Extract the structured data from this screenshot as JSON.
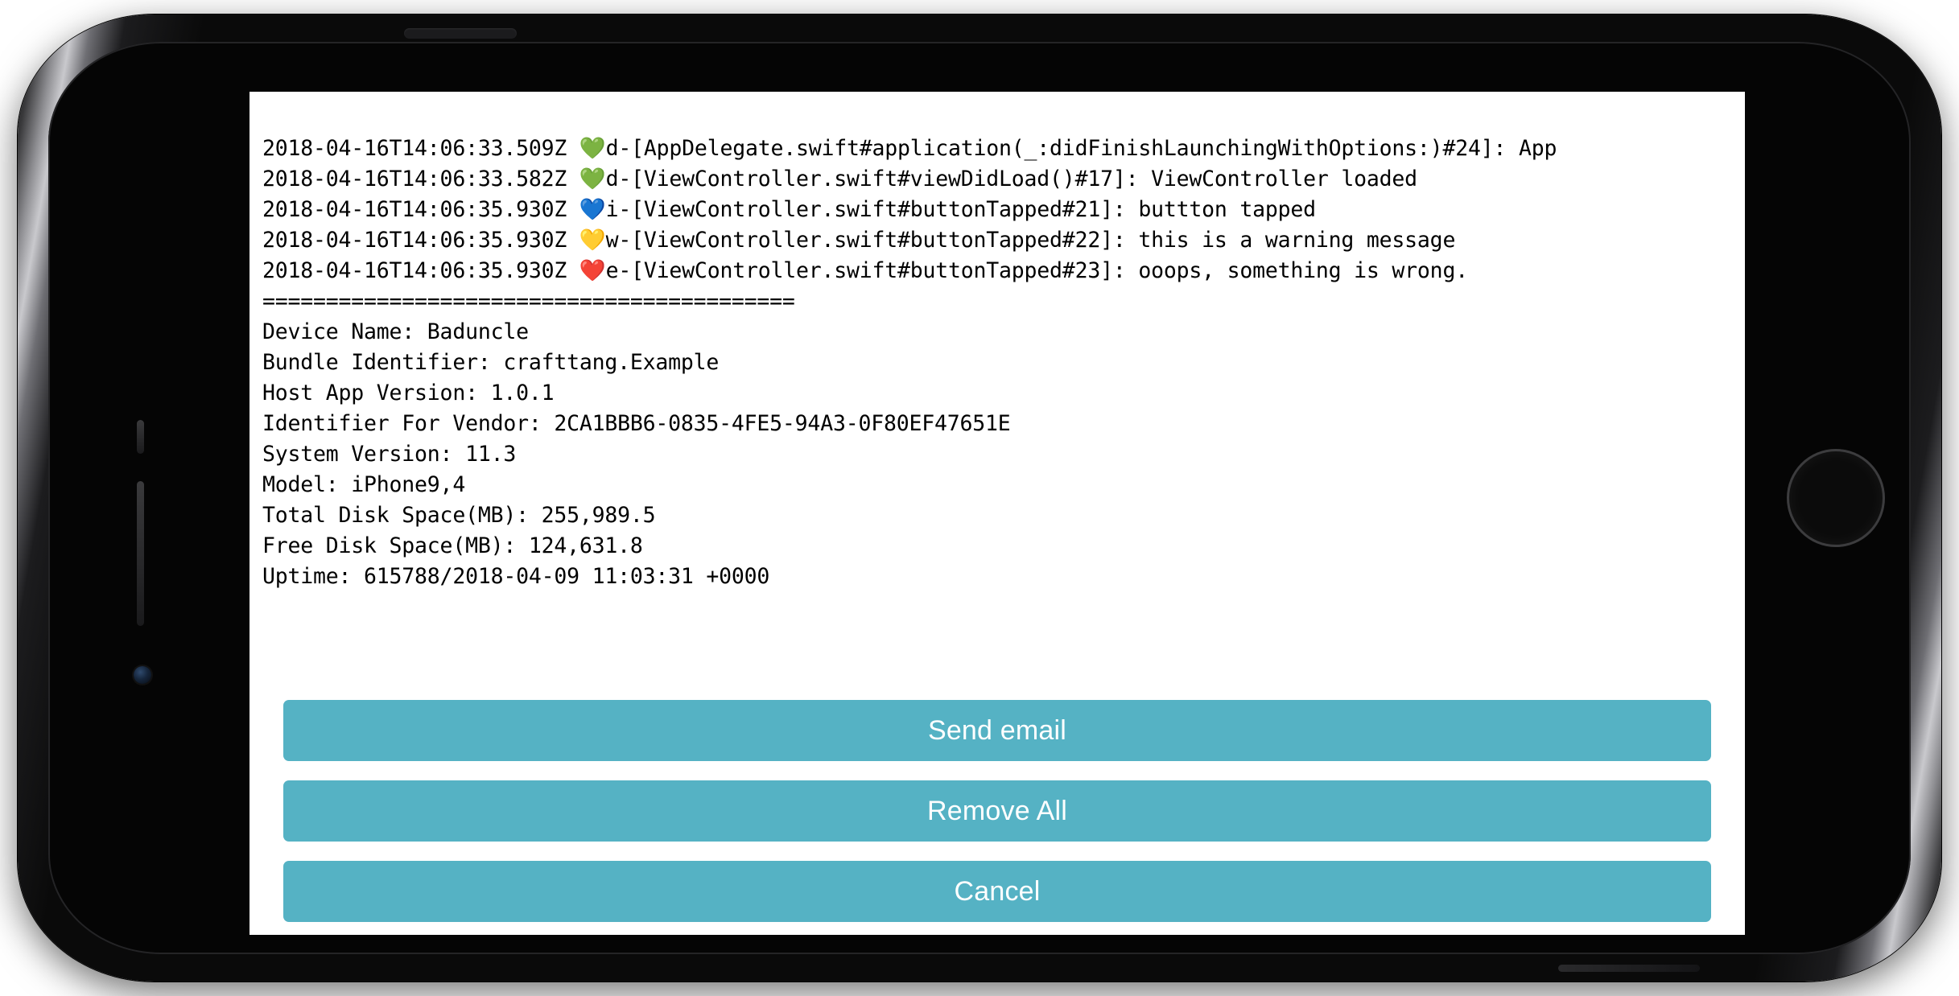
{
  "device": {
    "kind": "iphone",
    "orientation": "landscape",
    "body_color": "#0a0a0a",
    "screen_background": "#ffffff"
  },
  "theme": {
    "button_fill": "#55b2c4",
    "button_text": "#ffffff",
    "log_text": "#000000",
    "level_debug_color": "#6fd16f",
    "level_info_color": "#3b7cf0",
    "level_warning_color": "#f2d44d",
    "level_error_color": "#e33b32"
  },
  "console": {
    "log_lines": [
      {
        "timestamp": "2018-04-16T14:06:33.509Z",
        "level_icon": "green-heart-icon",
        "level_glyph": "💚",
        "level_code": "d",
        "location": "[AppDelegate.swift#application(_:didFinishLaunchingWithOptions:)#24]",
        "message": "App",
        "full": "2018-04-16T14:06:33.509Z 💚d-[AppDelegate.swift#application(_:didFinishLaunchingWithOptions:)#24]: App",
        "truncated": true
      },
      {
        "timestamp": "2018-04-16T14:06:33.582Z",
        "level_icon": "green-heart-icon",
        "level_glyph": "💚",
        "level_code": "d",
        "location": "[ViewController.swift#viewDidLoad()#17]",
        "message": "ViewController loaded",
        "full": "2018-04-16T14:06:33.582Z 💚d-[ViewController.swift#viewDidLoad()#17]: ViewController loaded",
        "truncated": false
      },
      {
        "timestamp": "2018-04-16T14:06:35.930Z",
        "level_icon": "blue-heart-icon",
        "level_glyph": "💙",
        "level_code": "i",
        "location": "[ViewController.swift#buttonTapped#21]",
        "message": "buttton tapped",
        "full": "2018-04-16T14:06:35.930Z 💙i-[ViewController.swift#buttonTapped#21]: buttton tapped",
        "truncated": false
      },
      {
        "timestamp": "2018-04-16T14:06:35.930Z",
        "level_icon": "yellow-heart-icon",
        "level_glyph": "💛",
        "level_code": "w",
        "location": "[ViewController.swift#buttonTapped#22]",
        "message": "this is a warning message",
        "full": "2018-04-16T14:06:35.930Z 💛w-[ViewController.swift#buttonTapped#22]: this is a warning message",
        "truncated": false
      },
      {
        "timestamp": "2018-04-16T14:06:35.930Z",
        "level_icon": "red-heart-icon",
        "level_glyph": "❤️",
        "level_code": "e",
        "location": "[ViewController.swift#buttonTapped#23]",
        "message": "ooops, something is wrong.",
        "full": "2018-04-16T14:06:35.930Z ❤️e-[ViewController.swift#buttonTapped#23]: ooops, something is wrong.",
        "truncated": false
      }
    ],
    "divider": "==========================================",
    "device_info": [
      {
        "label": "Device Name",
        "value": "Baduncle",
        "line": "Device Name: Baduncle"
      },
      {
        "label": "Bundle Identifier",
        "value": "crafttang.Example",
        "line": "Bundle Identifier: crafttang.Example"
      },
      {
        "label": "Host App Version",
        "value": "1.0.1",
        "line": "Host App Version: 1.0.1"
      },
      {
        "label": "Identifier For Vendor",
        "value": "2CA1BBB6-0835-4FE5-94A3-0F80EF47651E",
        "line": "Identifier For Vendor: 2CA1BBB6-0835-4FE5-94A3-0F80EF47651E"
      },
      {
        "label": "System Version",
        "value": "11.3",
        "line": "System Version: 11.3"
      },
      {
        "label": "Model",
        "value": "iPhone9,4",
        "line": "Model: iPhone9,4"
      },
      {
        "label": "Total Disk Space(MB)",
        "value": "255,989.5",
        "line": "Total Disk Space(MB): 255,989.5"
      },
      {
        "label": "Free Disk Space(MB)",
        "value": "124,631.8",
        "line": "Free Disk Space(MB): 124,631.8"
      },
      {
        "label": "Uptime",
        "value": "615788/2018-04-09 11:03:31 +0000",
        "line": "Uptime: 615788/2018-04-09 11:03:31 +0000"
      }
    ]
  },
  "actions": {
    "send_email_label": "Send email",
    "remove_all_label": "Remove All",
    "cancel_label": "Cancel"
  }
}
